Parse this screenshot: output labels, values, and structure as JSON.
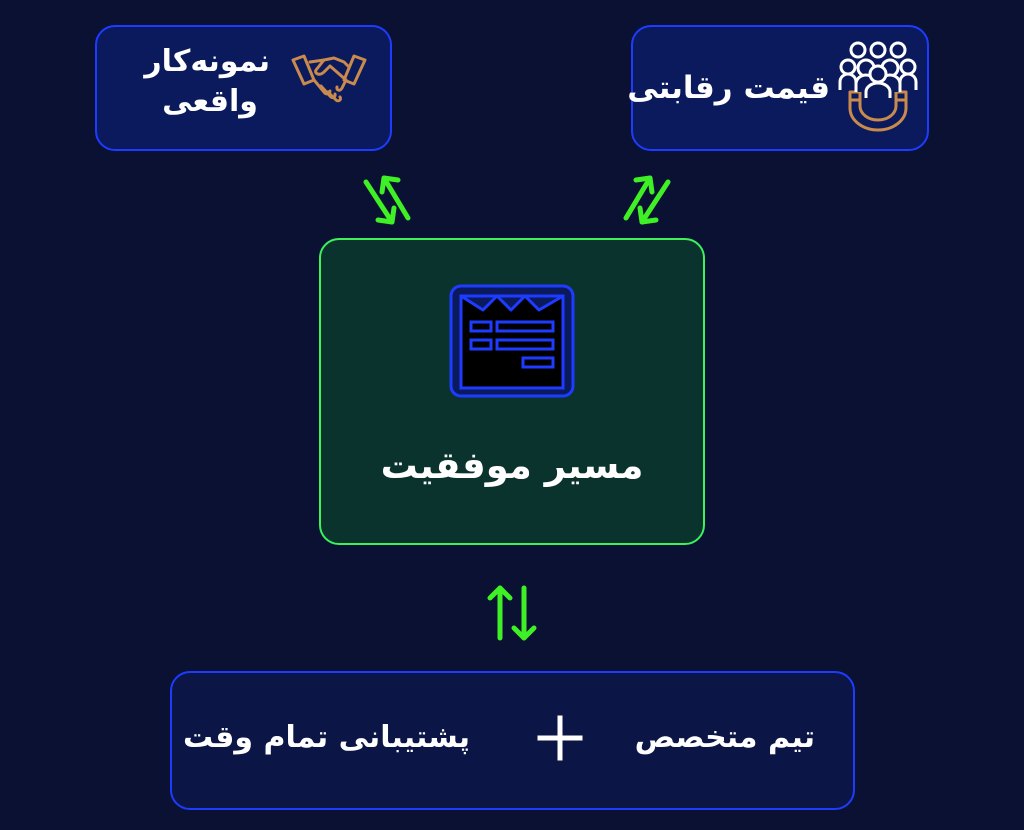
{
  "nodes": {
    "portfolio": {
      "label": "نمونه‌کار واقعی",
      "icon": "handshake-icon"
    },
    "price": {
      "label": "قیمت رقابتی",
      "icon": "team-magnet-icon"
    },
    "success": {
      "label": "مسیر موفقیت",
      "icon": "document-icon"
    },
    "bottom": {
      "team_label": "تیم متخصص",
      "support_label": "پشتیبانی تمام وقت",
      "connector_icon": "plus-icon"
    }
  },
  "edges": [
    {
      "from": "portfolio",
      "to": "success",
      "style": "bidirectional-arrow"
    },
    {
      "from": "price",
      "to": "success",
      "style": "bidirectional-arrow"
    },
    {
      "from": "success",
      "to": "bottom",
      "style": "bidirectional-arrow"
    }
  ],
  "colors": {
    "background": "#0a1133",
    "box_blue_fill": "#0b1a5c",
    "box_blue_border": "#1e3cff",
    "success_fill": "#0b332e",
    "success_border": "#3ef05a",
    "arrow": "#3ef025",
    "icon_accent": "#c98a4e",
    "text": "#ffffff"
  }
}
